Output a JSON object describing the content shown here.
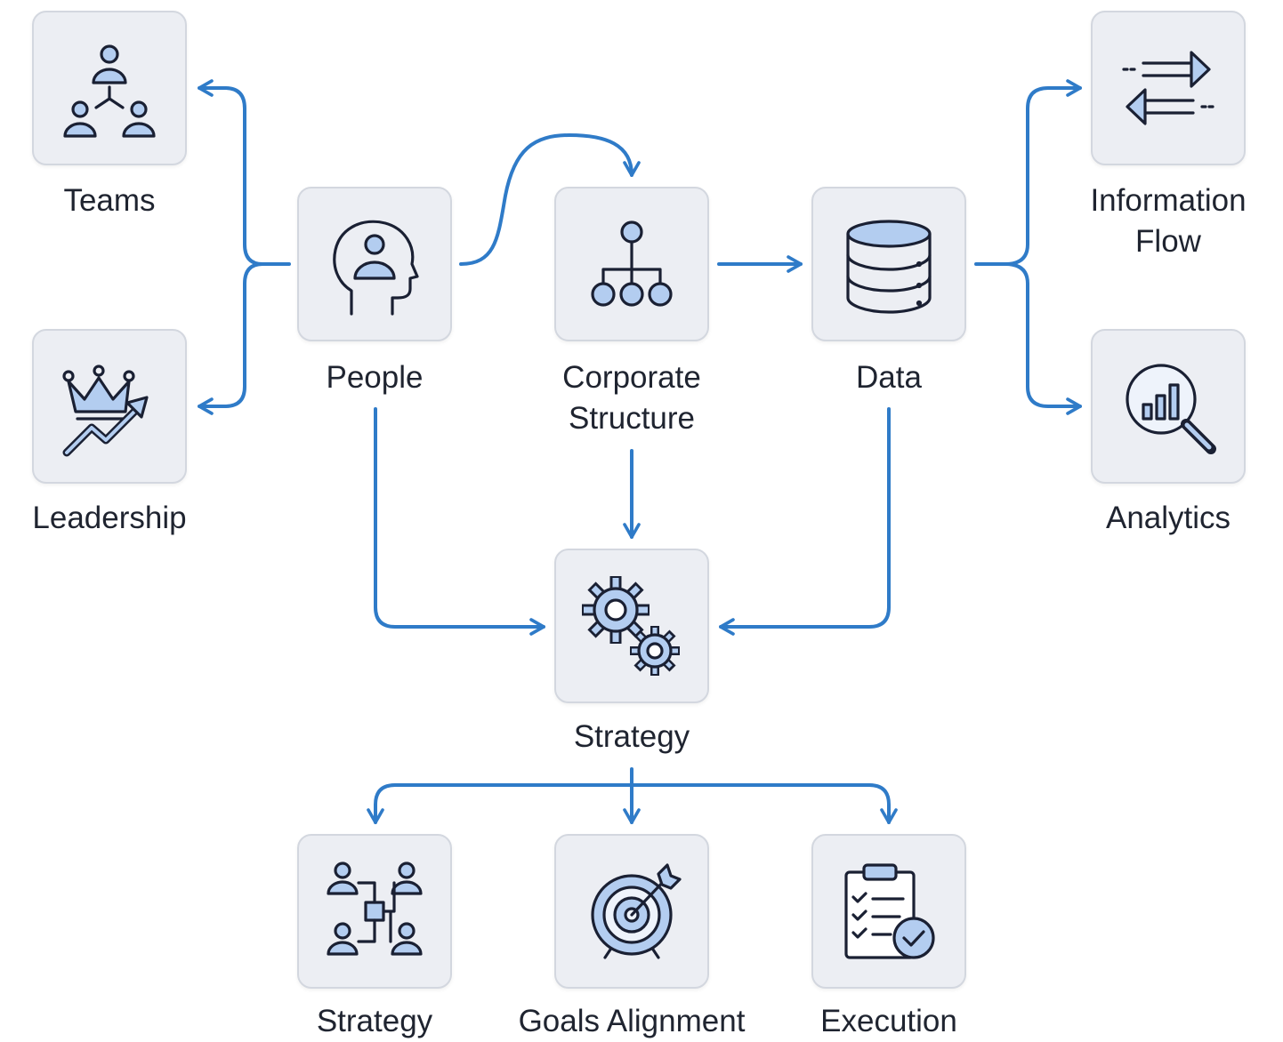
{
  "diagram": {
    "accent_color": "#2f7bc8",
    "nodes": {
      "teams": {
        "label": "Teams",
        "icon": "team-hierarchy-icon"
      },
      "leadership": {
        "label": "Leadership",
        "icon": "crown-growth-icon"
      },
      "people": {
        "label": "People",
        "icon": "person-head-icon"
      },
      "corporate_structure": {
        "label_line1": "Corporate",
        "label_line2": "Structure",
        "icon": "org-chart-icon"
      },
      "data": {
        "label": "Data",
        "icon": "database-icon"
      },
      "information_flow": {
        "label_line1": "Information",
        "label_line2": "Flow",
        "icon": "exchange-arrows-icon"
      },
      "analytics": {
        "label": "Analytics",
        "icon": "analytics-magnifier-icon"
      },
      "strategy": {
        "label": "Strategy",
        "icon": "gears-icon"
      },
      "strategy_sub": {
        "label": "Strategy",
        "icon": "people-network-icon"
      },
      "goals_alignment": {
        "label": "Goals Alignment",
        "icon": "target-icon"
      },
      "execution": {
        "label": "Execution",
        "icon": "checklist-icon"
      }
    }
  }
}
